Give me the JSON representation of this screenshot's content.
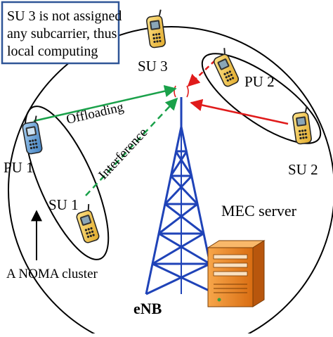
{
  "note_box": {
    "lines": [
      "SU 3 is not assigned",
      "any subcarrier, thus",
      "local computing"
    ]
  },
  "labels": {
    "su3": "SU 3",
    "pu2": "PU 2",
    "su2": "SU 2",
    "pu1": "PU 1",
    "su1": "SU 1",
    "offloading": "Offloading",
    "interference": "Interference",
    "mec_server": "MEC server",
    "noma_cluster": "A NOMA cluster",
    "enb": "eNB"
  },
  "icons": {
    "phone_yellow": "mobile-phone-yellow-icon",
    "phone_blue": "mobile-phone-blue-icon",
    "server": "server-tower-icon",
    "tower": "base-station-tower-icon"
  },
  "colors": {
    "offloading": "#1aa14a",
    "interference": "#1aa14a",
    "pu2_link": "#e01b1b",
    "su2_link": "#e01b1b",
    "tower": "#1f43b8",
    "phone_yellow": "#f2c94c",
    "phone_blue": "#5fa0d8",
    "server": "#f08a24"
  }
}
